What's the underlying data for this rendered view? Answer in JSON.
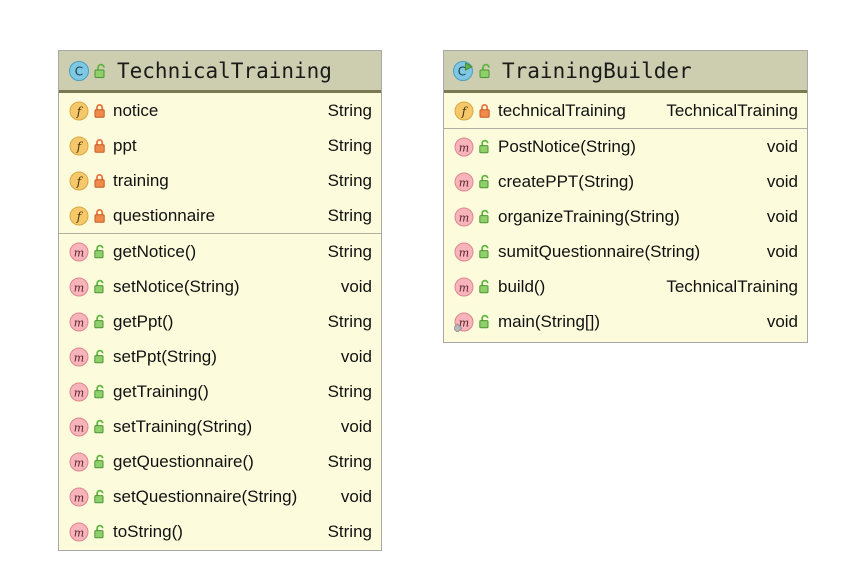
{
  "diagram": {
    "type": "uml-class-diagram",
    "background": "#ffffff",
    "colors": {
      "header_background": "#cdcdb0",
      "body_background": "#fcfcdc",
      "border": "#a8a8a8",
      "header_separator": "#7a7a52",
      "section_divider": "#b0b0a0",
      "class_icon": "#6fc3dd",
      "field_icon": "#f0c060",
      "method_icon": "#f5b2b8",
      "private_lock": "#e8743b",
      "public_lock": "#62b543",
      "run_marker": "#62b543",
      "text": "#111111"
    }
  },
  "classes": [
    {
      "name": "TechnicalTraining",
      "kind_icon": "class-icon",
      "visibility_icon": "unlock-icon",
      "runnable": false,
      "sections": [
        {
          "kind": "fields",
          "members": [
            {
              "name": "notice",
              "type": "String",
              "kind_icon": "field-icon",
              "visibility_icon": "lock-icon",
              "static": false
            },
            {
              "name": "ppt",
              "type": "String",
              "kind_icon": "field-icon",
              "visibility_icon": "lock-icon",
              "static": false
            },
            {
              "name": "training",
              "type": "String",
              "kind_icon": "field-icon",
              "visibility_icon": "lock-icon",
              "static": false
            },
            {
              "name": "questionnaire",
              "type": "String",
              "kind_icon": "field-icon",
              "visibility_icon": "lock-icon",
              "static": false
            }
          ]
        },
        {
          "kind": "methods",
          "members": [
            {
              "name": "getNotice()",
              "type": "String",
              "kind_icon": "method-icon",
              "visibility_icon": "unlock-icon",
              "static": false
            },
            {
              "name": "setNotice(String)",
              "type": "void",
              "kind_icon": "method-icon",
              "visibility_icon": "unlock-icon",
              "static": false
            },
            {
              "name": "getPpt()",
              "type": "String",
              "kind_icon": "method-icon",
              "visibility_icon": "unlock-icon",
              "static": false
            },
            {
              "name": "setPpt(String)",
              "type": "void",
              "kind_icon": "method-icon",
              "visibility_icon": "unlock-icon",
              "static": false
            },
            {
              "name": "getTraining()",
              "type": "String",
              "kind_icon": "method-icon",
              "visibility_icon": "unlock-icon",
              "static": false
            },
            {
              "name": "setTraining(String)",
              "type": "void",
              "kind_icon": "method-icon",
              "visibility_icon": "unlock-icon",
              "static": false
            },
            {
              "name": "getQuestionnaire()",
              "type": "String",
              "kind_icon": "method-icon",
              "visibility_icon": "unlock-icon",
              "static": false
            },
            {
              "name": "setQuestionnaire(String)",
              "type": "void",
              "kind_icon": "method-icon",
              "visibility_icon": "unlock-icon",
              "static": false
            },
            {
              "name": "toString()",
              "type": "String",
              "kind_icon": "method-icon",
              "visibility_icon": "unlock-icon",
              "static": false
            }
          ]
        }
      ]
    },
    {
      "name": "TrainingBuilder",
      "kind_icon": "class-icon",
      "visibility_icon": "unlock-icon",
      "runnable": true,
      "sections": [
        {
          "kind": "fields",
          "members": [
            {
              "name": "technicalTraining",
              "type": "TechnicalTraining",
              "kind_icon": "field-icon",
              "visibility_icon": "lock-icon",
              "static": false
            }
          ]
        },
        {
          "kind": "methods",
          "members": [
            {
              "name": "PostNotice(String)",
              "type": "void",
              "kind_icon": "method-icon",
              "visibility_icon": "unlock-icon",
              "static": false
            },
            {
              "name": "createPPT(String)",
              "type": "void",
              "kind_icon": "method-icon",
              "visibility_icon": "unlock-icon",
              "static": false
            },
            {
              "name": "organizeTraining(String)",
              "type": "void",
              "kind_icon": "method-icon",
              "visibility_icon": "unlock-icon",
              "static": false
            },
            {
              "name": "sumitQuestionnaire(String)",
              "type": "void",
              "kind_icon": "method-icon",
              "visibility_icon": "unlock-icon",
              "static": false
            },
            {
              "name": "build()",
              "type": "TechnicalTraining",
              "kind_icon": "method-icon",
              "visibility_icon": "unlock-icon",
              "static": false
            },
            {
              "name": "main(String[])",
              "type": "void",
              "kind_icon": "method-icon",
              "visibility_icon": "unlock-icon",
              "static": true
            }
          ]
        }
      ]
    }
  ]
}
